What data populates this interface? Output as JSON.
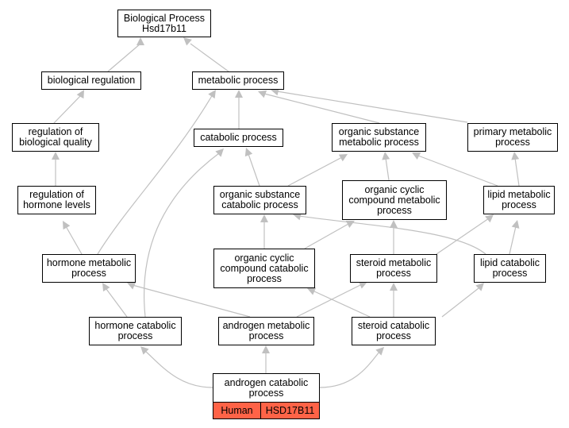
{
  "colors": {
    "edge": "#c0c0c0",
    "highlight": "#ff6347",
    "border": "#000000"
  },
  "nodes": {
    "root": "Biological Process\nHsd17b11",
    "biological_regulation": "biological regulation",
    "metabolic_process": "metabolic process",
    "regulation_of_biological_quality": "regulation of\nbiological quality",
    "catabolic_process": "catabolic process",
    "organic_substance_metabolic_process": "organic substance\nmetabolic process",
    "primary_metabolic_process": "primary metabolic\nprocess",
    "regulation_of_hormone_levels": "regulation of\nhormone levels",
    "organic_substance_catabolic_process": "organic substance\ncatabolic process",
    "organic_cyclic_compound_metabolic_process": "organic cyclic\ncompound metabolic\nprocess",
    "lipid_metabolic_process": "lipid metabolic\nprocess",
    "hormone_metabolic_process": "hormone metabolic\nprocess",
    "organic_cyclic_compound_catabolic_process": "organic cyclic\ncompound catabolic\nprocess",
    "steroid_metabolic_process": "steroid metabolic\nprocess",
    "lipid_catabolic_process": "lipid catabolic\nprocess",
    "hormone_catabolic_process": "hormone catabolic\nprocess",
    "androgen_metabolic_process": "androgen metabolic\nprocess",
    "steroid_catabolic_process": "steroid catabolic\nprocess",
    "androgen_catabolic_process": "androgen catabolic\nprocess"
  },
  "annotations": {
    "species": "Human",
    "gene": "HSD17B11"
  }
}
